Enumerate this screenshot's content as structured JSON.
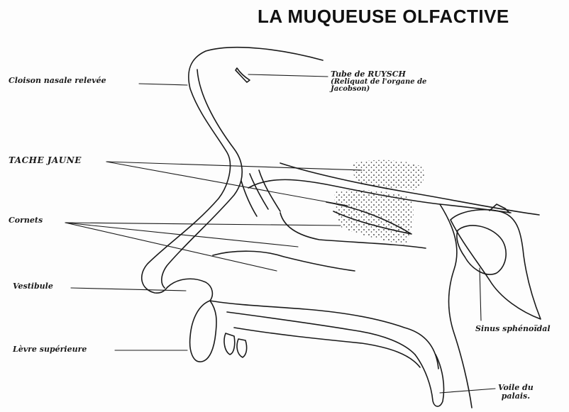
{
  "title": "LA MUQUEUSE OLFACTIVE",
  "labels": {
    "cloison": "Cloison nasale relevée",
    "tube_l1": "Tube de RUYSCH",
    "tube_l2": "(Reliquat de l'organe de",
    "tube_l3": "Jacobson)",
    "tache": "TACHE JAUNE",
    "cornets": "Cornets",
    "vestibule": "Vestibule",
    "levre": "Lèvre supérieure",
    "sinus": "Sinus sphénoïdal",
    "voile_l1": "Voile du",
    "voile_l2": "palais."
  },
  "colors": {
    "ink": "#1a1a1a",
    "paper": "#fdfdfd"
  }
}
